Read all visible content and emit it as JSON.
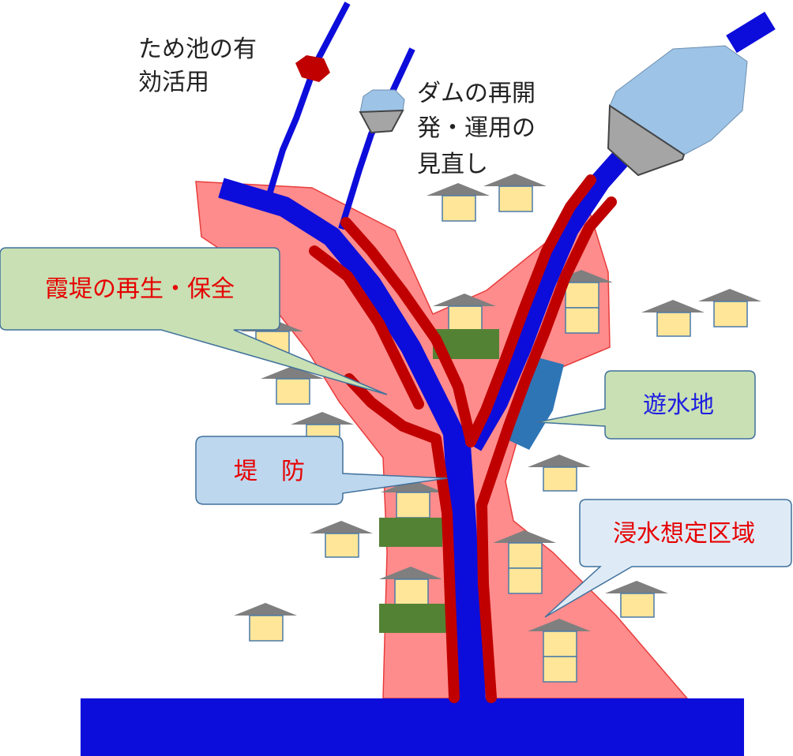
{
  "labels": {
    "tameike": [
      "ため池の有",
      "効活用"
    ],
    "dam": [
      "ダムの再開",
      "発・運用の",
      "見直し"
    ],
    "kasumitei": "霞堤の再生・保全",
    "yusuichi": "遊水地",
    "teibou": "堤　防",
    "shinsui": "浸水想定区域"
  },
  "colors": {
    "river": "#0d0ddb",
    "levee": "#c00000",
    "flood_area": "#ff8c8c",
    "flood_area_border": "#e83c3c",
    "retention_basin": "#2e75b6",
    "callout_green": "#c8e0b4",
    "callout_blue": "#bdd7ee",
    "callout_light": "#deebf7",
    "callout_border": "#41719c",
    "house_wall": "#ffe699",
    "house_roof": "#7f7f7f",
    "green_patch": "#548235",
    "reservoir": "#9dc3e6",
    "dam_gate": "#a5a5a5"
  }
}
